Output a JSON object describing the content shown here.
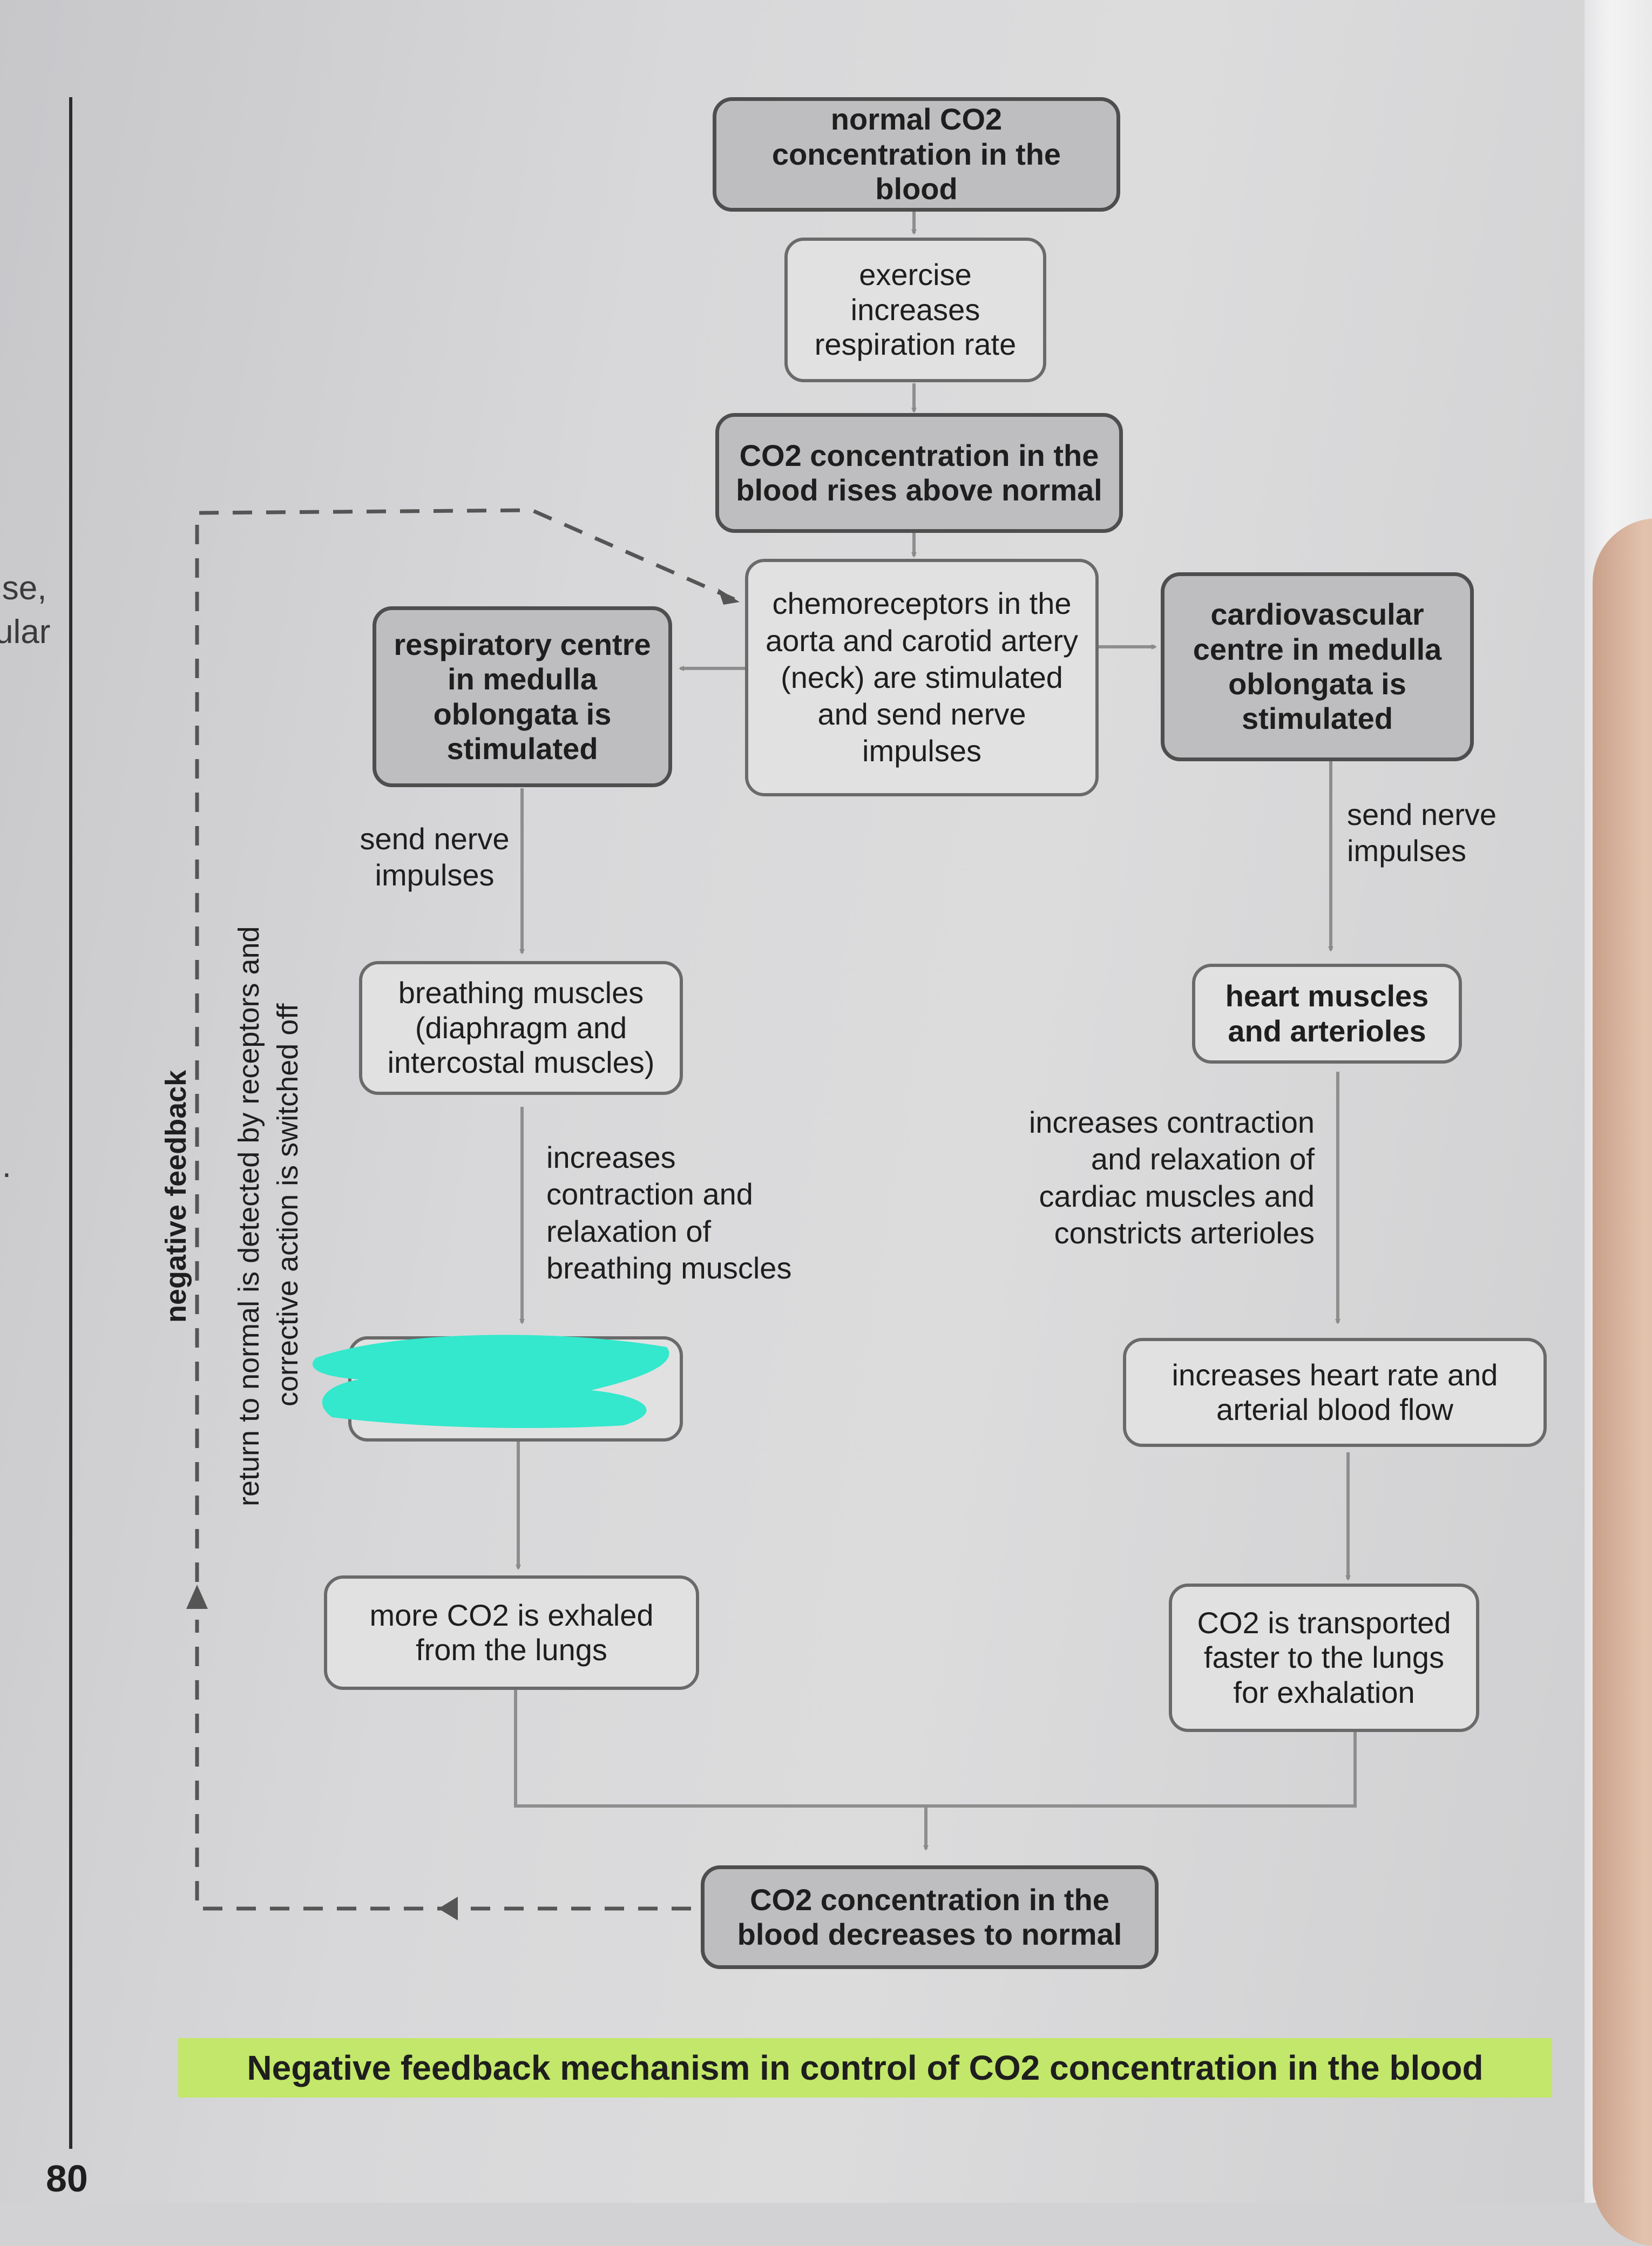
{
  "page_number": "80",
  "margin_fragments": [
    "ise,\nular",
    "l."
  ],
  "side_labels": {
    "negative_feedback": "negative feedback",
    "return_line1": "return to normal is detected by receptors and",
    "return_line2": "corrective action is switched off"
  },
  "boxes": {
    "normal_co2": "normal CO2 concentration in the blood",
    "exercise": "exercise increases respiration rate",
    "co2_rises": "CO2 concentration in the blood rises above normal",
    "chemoreceptors": "chemoreceptors in the aorta and carotid artery (neck) are stimulated and send nerve impulses",
    "respiratory_centre": "respiratory centre in medulla oblongata is stimulated",
    "cardiovascular_centre": "cardiovascular centre in medulla oblongata is stimulated",
    "breathing_muscles": "breathing muscles (diaphragm and intercostal muscles)",
    "heart_muscles": "heart muscles and arterioles",
    "heart_rate": "increases heart rate and arterial blood flow",
    "more_co2_exhaled": "more CO2 is exhaled from the lungs",
    "co2_transported": "CO2 is transported faster to the lungs for exhalation",
    "co2_decreases": "CO2 concentration in the blood decreases to normal"
  },
  "labels": {
    "send_nerve_left": "send nerve impulses",
    "send_nerve_right": "send nerve impulses",
    "breathing_effect": "increases contraction and relaxation of breathing muscles",
    "cardiac_effect": "increases contraction and relaxation of cardiac muscles and constricts arterioles"
  },
  "caption": "Negative feedback mechanism in control of CO2 concentration in the blood",
  "colors": {
    "caption_highlight": "#c2e76a",
    "redaction": "#33e8cc",
    "box_dark_fill": "#bebec0",
    "box_light_fill": "#e1e1e2"
  }
}
